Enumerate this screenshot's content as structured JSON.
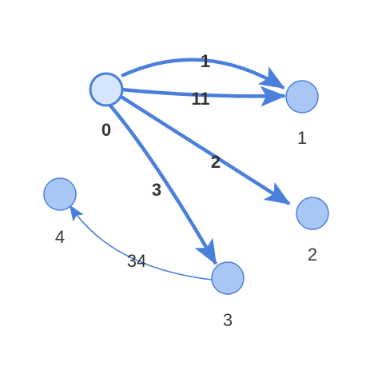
{
  "graph": {
    "colors": {
      "edge": "#4a7fdb",
      "node_fill": "#a8c7f5",
      "node_selected_fill": "#d6e6fc",
      "node_stroke": "#4a7fdb",
      "label": "#3c3c3c"
    },
    "nodes": [
      {
        "id": "0",
        "label": "0",
        "selected": true
      },
      {
        "id": "1",
        "label": "1",
        "selected": false
      },
      {
        "id": "2",
        "label": "2",
        "selected": false
      },
      {
        "id": "3",
        "label": "3",
        "selected": false
      },
      {
        "id": "4",
        "label": "4",
        "selected": false
      }
    ],
    "edges": [
      {
        "from": "0",
        "to": "1",
        "label": "1",
        "highlighted": true
      },
      {
        "from": "0",
        "to": "1",
        "label": "11",
        "highlighted": true
      },
      {
        "from": "0",
        "to": "2",
        "label": "2",
        "highlighted": true
      },
      {
        "from": "0",
        "to": "3",
        "label": "3",
        "highlighted": true
      },
      {
        "from": "3",
        "to": "4",
        "label": "34",
        "highlighted": false
      }
    ]
  }
}
